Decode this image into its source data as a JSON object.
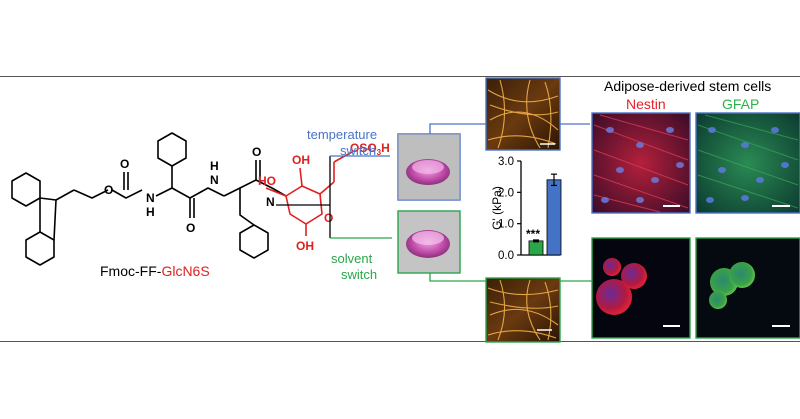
{
  "molecule": {
    "name_prefix": "Fmoc-FF-",
    "name_suffix": "GlcN6S",
    "atoms": {
      "O": "O",
      "NH": "N",
      "H": "H",
      "HO": "HO",
      "OH": "OH",
      "OSO3H_main": "OSO",
      "OSO3H_sub3": "3",
      "OSO3H_tail": "H"
    }
  },
  "branches": {
    "temperature": {
      "line1": "temperature",
      "line2": "switch",
      "color": "#4a73c6"
    },
    "solvent": {
      "line1": "solvent",
      "line2": "switch",
      "color": "#2ba64a"
    }
  },
  "cells": {
    "title": "Adipose-derived stem cells",
    "nestin": {
      "label": "Nestin",
      "color": "#e5202a"
    },
    "gfap": {
      "label": "GFAP",
      "color": "#2bb34a"
    }
  },
  "chart_data": {
    "type": "bar",
    "categories": [
      "solvent switch",
      "temperature switch"
    ],
    "values": [
      0.45,
      2.4
    ],
    "errors": [
      0.03,
      0.18
    ],
    "colors": [
      "#2ba64a",
      "#4472c4"
    ],
    "ylabel": "G' (kPa)",
    "ylim": [
      0,
      3
    ],
    "yticks": [
      "0.0",
      "1.0",
      "2.0",
      "3.0"
    ],
    "annotation": "***"
  },
  "colors": {
    "red_accent": "#e02020",
    "blue": "#4a73c6",
    "green": "#2ba64a"
  }
}
